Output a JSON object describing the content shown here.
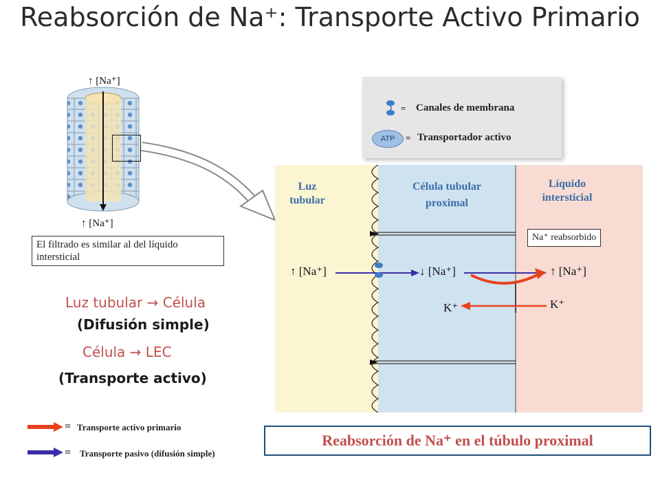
{
  "title": "Reabsorción de Na⁺:  Transporte Activo Primario",
  "tubule": {
    "top_label": "↑ [Na⁺]",
    "bottom_label": "↑ [Na⁺]",
    "note": "El filtrado es similar al del líquido intersticial"
  },
  "flow": {
    "step1": "Luz tubular  →  Célula",
    "step1_type": "(Difusión simple)",
    "step2": "Célula  →  LEC",
    "step2_type": "(Transporte activo)"
  },
  "key": {
    "channels": "Canales de membrana",
    "atp_badge": "ATP",
    "active_transporter": "Transportador activo",
    "equals": "="
  },
  "regions": {
    "lumen": "Luz tubular",
    "cell": "Célula tubular proximal",
    "interstitial": "Líquido intersticial"
  },
  "diagram": {
    "na_reabsorbed": "Na⁺ reabsorbido",
    "lumen_na": "↑ [Na⁺]",
    "cell_na": "↓ [Na⁺]",
    "interstitial_na": "↑ [Na⁺]",
    "cell_k": "K⁺",
    "interstitial_k": "K⁺"
  },
  "legend": {
    "equals": "=",
    "active": "Transporte activo primario",
    "passive": "Transporte pasivo (difusión simple)"
  },
  "caption": "Reabsorción de Na⁺ en el túbulo proximal",
  "colors": {
    "active_arrow": "#e8411e",
    "passive_arrow": "#3b2ea8",
    "lumen_bg": "#fbf5d2",
    "cell_bg": "#cfe2f0",
    "interstitial_bg": "#f8dcd3",
    "region_text": "#3a6ea8",
    "flow_text": "#c0504d"
  }
}
